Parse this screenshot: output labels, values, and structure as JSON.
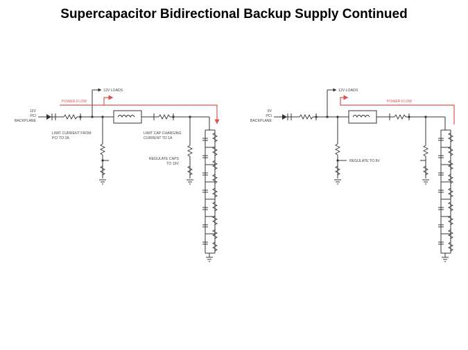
{
  "title": "Supercapacitor Bidirectional Backup Supply Continued",
  "colors": {
    "wire": "#333333",
    "power_flow": "#d9534f",
    "label": "#444444"
  },
  "left_circuit": {
    "source_label": [
      "12V",
      "PCI",
      "BACKPLANE"
    ],
    "loads_label": "12V LOADS",
    "power_flow_label": "POWER FLOW",
    "limit_current_label": [
      "LIMIT CURRENT FROM",
      "PCI TO 2A"
    ],
    "limit_cap_label": [
      "LIMIT CAP CHARGING",
      "CURRENT TO 1A"
    ],
    "regulate_label": [
      "REGULATE CAPS",
      "TO 15V"
    ]
  },
  "right_circuit": {
    "source_label": [
      "0V",
      "PCI",
      "BACKPLANE"
    ],
    "loads_label": "12V LOADS",
    "power_flow_label": "POWER FLOW",
    "regulate_label": "REGULATE TO 8V"
  }
}
